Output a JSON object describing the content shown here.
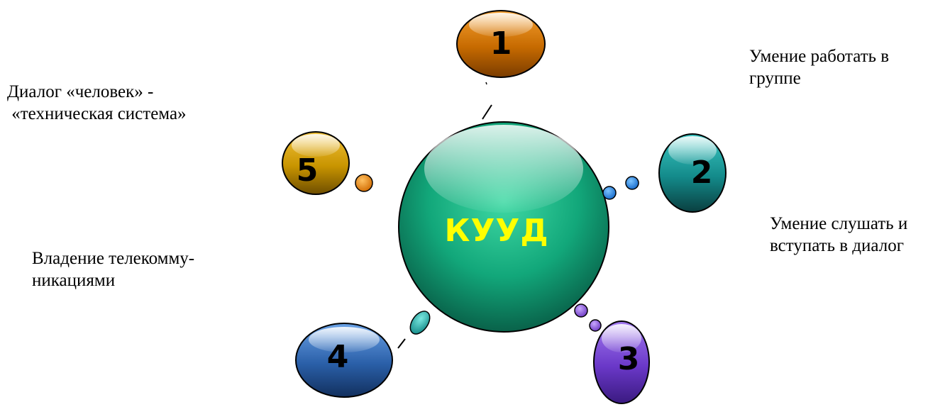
{
  "center": {
    "label": "КУУД"
  },
  "nodes": [
    {
      "number": "1",
      "caption": "Умение работать в\nгруппе",
      "color": "#c66a00"
    },
    {
      "number": "2",
      "caption": "Умение слушать и\nвступать в диалог",
      "color": "#138a8a"
    },
    {
      "number": "3",
      "caption": "",
      "color": "#6a38c8"
    },
    {
      "number": "4",
      "caption": "Владение телекомму-\nникациями",
      "color": "#2a5fa8"
    },
    {
      "number": "5",
      "caption": "Диалог «человек» -\n «техническая система»",
      "color": "#c89400"
    }
  ],
  "colors": {
    "center_sphere": "#12a77a",
    "center_text": "#ffff00",
    "dot_orange": "#e07b00",
    "dot_blue": "#1a7fe0",
    "dot_purple": "#8a52d8",
    "dot_teal": "#1aa8a0"
  }
}
